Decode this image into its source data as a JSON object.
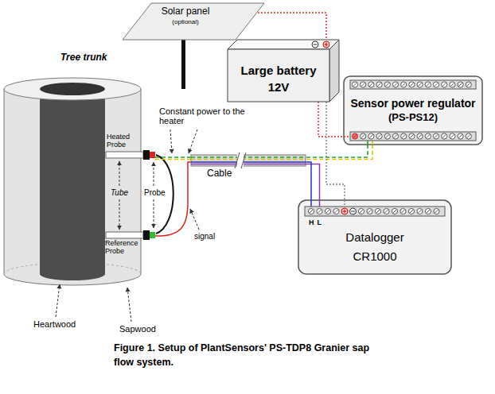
{
  "diagram": {
    "caption": "Figure 1. Setup of PlantSensors' PS-TDP8 Granier sap flow system.",
    "nodes": [
      {
        "text": [
          "Solar panel",
          "(optional)"
        ]
      },
      {
        "text": [
          "Large battery",
          "12V"
        ]
      },
      {
        "text": [
          "Sensor power regulator",
          "(PS-PS12)"
        ]
      },
      {
        "text": [
          "Cable"
        ]
      },
      {
        "text": [
          "Datalogger",
          "CR1000"
        ]
      }
    ],
    "edges": [
      {
        "from": 0,
        "to": 1,
        "arrow": "none"
      },
      {
        "from": 1,
        "to": 2,
        "arrow": "none"
      },
      {
        "from": 1,
        "to": 4,
        "arrow": "none"
      },
      {
        "from": 2,
        "to": 3,
        "arrow": "none"
      },
      {
        "from": 3,
        "to": 4,
        "arrow": "none"
      }
    ],
    "labels": [
      "Tree trunk",
      "Heated Probe",
      "Constant power to the heater",
      "Tube",
      "Probe",
      "Reference Probe",
      "signal",
      "H",
      "L",
      "Heartwood",
      "Sapwood"
    ]
  }
}
